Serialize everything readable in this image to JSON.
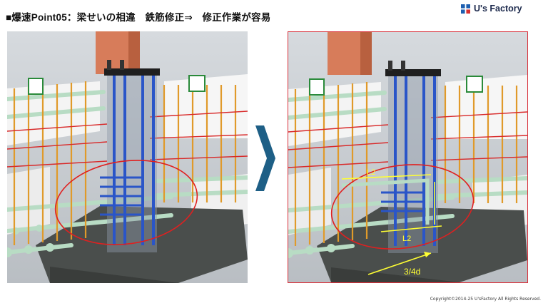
{
  "slide": {
    "title": "■爆速Point05：梁せいの相違　鉄筋修正⇒　修正作業が容易",
    "brand": "U's Factory",
    "copyright": "Copyright©2014-25  U'sFactory All Rights Reserved."
  },
  "annotations": {
    "l2_top": "L2",
    "l2_bottom": "L2",
    "anchorage": "3/4d"
  },
  "colors": {
    "accent_red": "#d8303a",
    "arrow_blue": "#1e5f86",
    "annotation_yellow": "#ffff33",
    "rebar_blue": "#2a55c8",
    "rebar_green": "#b8dcc4",
    "stirrup_orange": "#e09a2a"
  },
  "icons": {
    "logo": "flag-logo-icon",
    "transition": "right-chevron-arrow-icon"
  }
}
